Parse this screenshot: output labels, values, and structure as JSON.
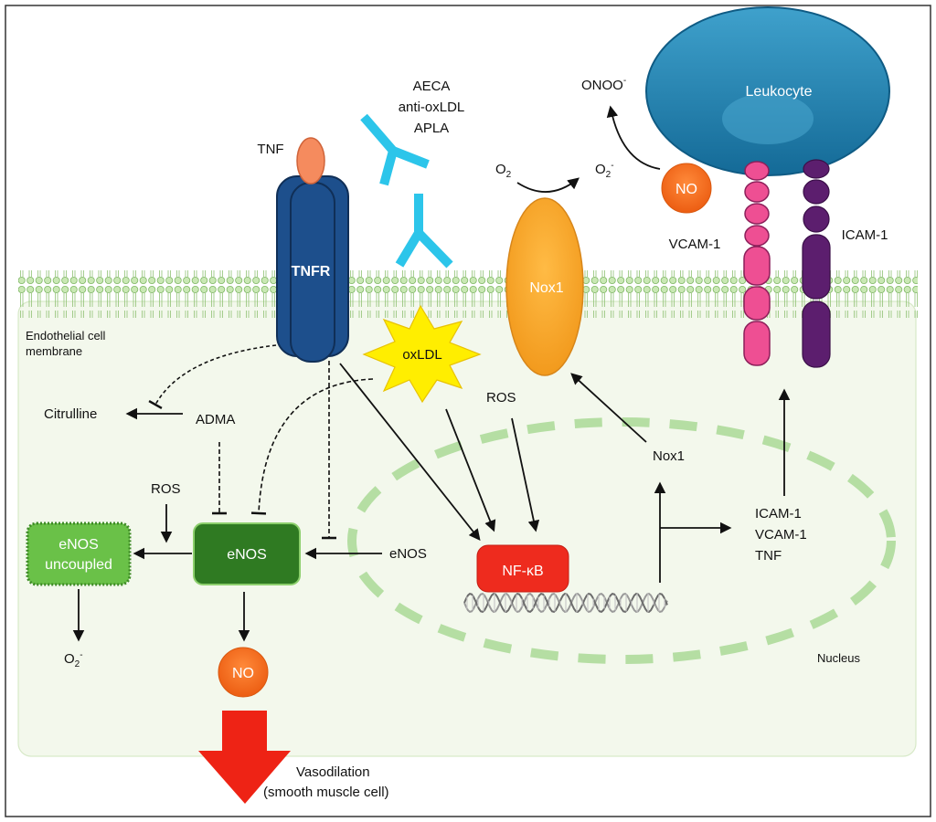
{
  "labels": {
    "tnf": "TNF",
    "tnfr": "TNFR",
    "aeca": "AECA",
    "anti_oxldl": "anti-oxLDL",
    "apla": "APLA",
    "onoo": "ONOO",
    "onoo_sup": "-",
    "leukocyte": "Leukocyte",
    "o2_left": "O",
    "o2_left_sub": "2",
    "o2_right": "O",
    "o2_right_sub": "2",
    "o2_right_sup": "-",
    "no_top": "NO",
    "vcam": "VCAM-1",
    "icam": "ICAM-1",
    "nox1_membrane": "Nox1",
    "membrane_line1": "Endothelial cell",
    "membrane_line2": "membrane",
    "oxldl": "oxLDL",
    "citrulline": "Citrulline",
    "adma": "ADMA",
    "ros_oxldl": "ROS",
    "ros_left": "ROS",
    "nox1_nucleus": "Nox1",
    "enos_uncoupled_line1": "eNOS",
    "enos_uncoupled_line2": "uncoupled",
    "enos_main": "eNOS",
    "enos_text": "eNOS",
    "nfkb": "NF-κB",
    "genes_line1": "ICAM-1",
    "genes_line2": "VCAM-1",
    "genes_line3": "TNF",
    "o2_bottom": "O",
    "o2_bottom_sub": "2",
    "o2_bottom_sup": "-",
    "no_bottom": "NO",
    "nucleus": "Nucleus",
    "vasodilation_line1": "Vasodilation",
    "vasodilation_line2": "(smooth muscle cell)"
  },
  "colors": {
    "tnfr": "#1d4f8c",
    "tnf": "#f58b5e",
    "antibody": "#2cc5ea",
    "nox1": "#f7a52a",
    "leukocyte": "#1c78a6",
    "no": "#f06a1c",
    "vcam": "#ee4f93",
    "icam": "#5c1e6e",
    "oxldl": "#ffee00",
    "enos": "#2f7a22",
    "enos_uncoupled": "#6ac148",
    "nfkb": "#ee2b1e",
    "membrane": "#9ccf7d",
    "cytoplasm": "#f3f8ec",
    "nucleus_dash": "#b5dea3",
    "vasodilation_arrow": "#ee2315"
  }
}
